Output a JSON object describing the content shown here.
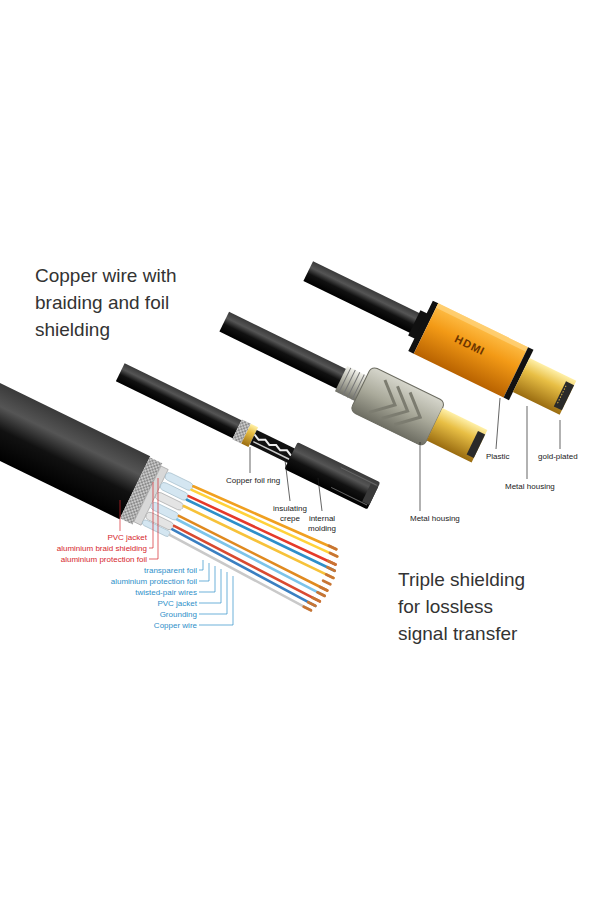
{
  "diagram": {
    "labels": [
      "Copper wire with braiding and foil shielding",
      "Triple shielding for lossless signal transfer",
      "PVC jacket",
      "aluminium braid shielding",
      "aluminium protection foil",
      "transparent foil",
      "aluminium protection foil",
      "twisted-pair wires",
      "PVC jacket",
      "Grounding",
      "Copper wire",
      "Copper foil ring",
      "insulating crepe",
      "internal molding",
      "Metal housing",
      "Plastic",
      "gold-plated",
      "Metal housing",
      "HDMI"
    ]
  }
}
